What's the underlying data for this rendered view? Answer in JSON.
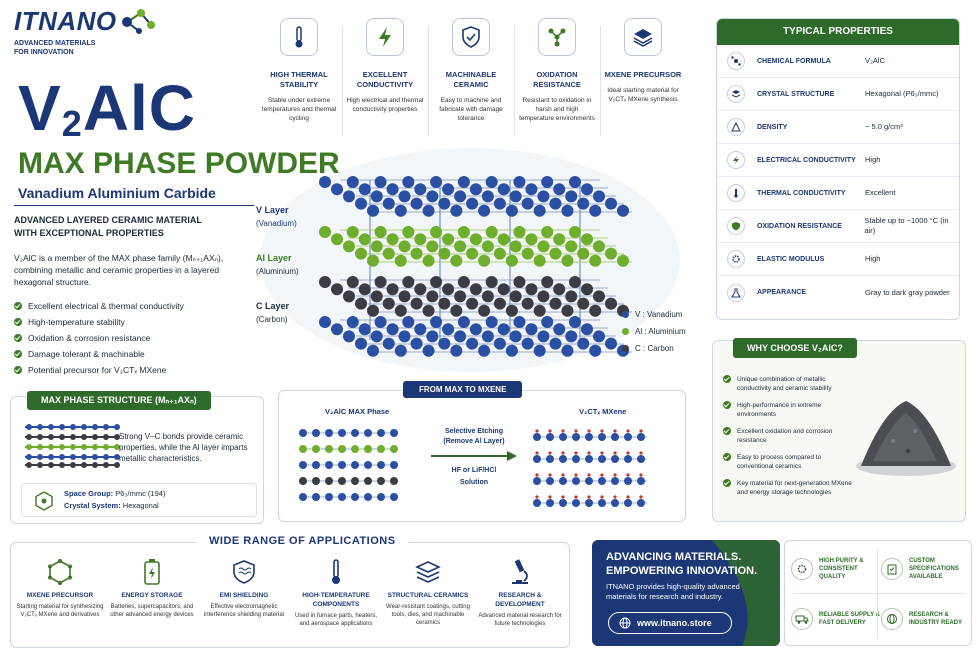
{
  "brand": {
    "name": "ITNANO",
    "tagline_1": "ADVANCED MATERIALS",
    "tagline_2": "FOR INNOVATION"
  },
  "hero": {
    "title_main": "V",
    "title_sub": "2",
    "title_rest": "AlC",
    "subtitle": "MAX PHASE POWDER",
    "subtitle2": "Vanadium Aluminium Carbide",
    "lead_1": "ADVANCED LAYERED CERAMIC MATERIAL",
    "lead_2": "WITH EXCEPTIONAL PROPERTIES",
    "desc": "V₂AlC is a member of the MAX phase family (Mₙ₊₁AXₙ), combining metallic and ceramic properties in a layered hexagonal structure.",
    "bullets": [
      "Excellent electrical & thermal conductivity",
      "High-temperature stability",
      "Oxidation & corrosion resistance",
      "Damage tolerant & machinable",
      "Potential precursor for V₂CTₓ MXene"
    ]
  },
  "features": [
    {
      "icon": "thermometer-icon",
      "title": "HIGH THERMAL STABILITY",
      "desc": "Stable under extreme temperatures and thermal cycling"
    },
    {
      "icon": "lightning-icon",
      "title": "EXCELLENT CONDUCTIVITY",
      "desc": "High electrical and thermal conductivity properties"
    },
    {
      "icon": "shield-icon",
      "title": "MACHINABLE CERAMIC",
      "desc": "Easy to machine and fabricate with damage tolerance"
    },
    {
      "icon": "molecule-icon",
      "title": "OXIDATION RESISTANCE",
      "desc": "Resistant to oxidation in harsh and high temperature environments"
    },
    {
      "icon": "layers-icon",
      "title": "MXENE PRECURSOR",
      "desc": "Ideal starting material for V₂CTₓ MXene synthesis"
    }
  ],
  "structure_labels": {
    "v_layer": "V Layer",
    "v_name": "(Vanadium)",
    "al_layer": "Al Layer",
    "al_name": "(Aluminium)",
    "c_layer": "C Layer",
    "c_name": "(Carbon)"
  },
  "legend": [
    {
      "label": "V : Vanadium",
      "color": "#2b4fa3"
    },
    {
      "label": "Al : Aluminium",
      "color": "#6fae2c"
    },
    {
      "label": "C : Carbon",
      "color": "#3c3c44"
    }
  ],
  "typical_properties": {
    "header": "TYPICAL PROPERTIES",
    "rows": [
      {
        "icon": "molecule-icon",
        "label": "CHEMICAL FORMULA",
        "value": "V₂AlC"
      },
      {
        "icon": "layers-icon",
        "label": "CRYSTAL STRUCTURE",
        "value": "Hexagonal (P6₃/mmc)"
      },
      {
        "icon": "triangle-icon",
        "label": "DENSITY",
        "value": "~ 5.0 g/cm³"
      },
      {
        "icon": "lightning-icon",
        "label": "ELECTRICAL CONDUCTIVITY",
        "value": "High"
      },
      {
        "icon": "thermometer-icon",
        "label": "THERMAL CONDUCTIVITY",
        "value": "Excellent"
      },
      {
        "icon": "shield-icon",
        "label": "OXIDATION RESISTANCE",
        "value": "Stable up to ~1000 °C (in air)"
      },
      {
        "icon": "gear-icon",
        "label": "ELASTIC MODULUS",
        "value": "High"
      },
      {
        "icon": "flask-icon",
        "label": "APPEARANCE",
        "value": "Gray to dark gray powder"
      }
    ]
  },
  "why": {
    "header": "WHY CHOOSE V₂AlC?",
    "items": [
      "Unique combination of metallic conductivity and ceramic stability",
      "High-performance in extreme environments",
      "Excellent oxidation and corrosion resistance",
      "Easy to process compared to conventional ceramics",
      "Key material for next-generation MXene and energy storage technologies"
    ]
  },
  "max_structure": {
    "header": "MAX PHASE STRUCTURE (Mₙ₊₁AXₙ)",
    "desc": "Strong V–C bonds provide ceramic properties, while the Al layer imparts metallic characteristics.",
    "space_group_label": "Space Group:",
    "space_group": "P6₃/mmc (194)",
    "crystal_label": "Crystal System:",
    "crystal": "Hexagonal"
  },
  "from_max": {
    "header": "FROM MAX TO MXENE",
    "left_label": "V₂AlC MAX Phase",
    "right_label": "V₂CTₓ MXene",
    "step_1": "Selective Etching",
    "step_2": "(Remove Al Layer)",
    "reagent_1": "HF or LiF/HCl",
    "reagent_2": "Solution"
  },
  "applications": {
    "header": "WIDE RANGE OF APPLICATIONS",
    "items": [
      {
        "icon": "hexagon-icon",
        "title": "MXENE PRECURSOR",
        "desc": "Starting material for synthesizing V₂CTₓ MXene and derivatives"
      },
      {
        "icon": "battery-icon",
        "title": "ENERGY STORAGE",
        "desc": "Batteries, supercapacitors, and other advanced energy devices"
      },
      {
        "icon": "waves-icon",
        "title": "EMI SHIELDING",
        "desc": "Effective electromagnetic interference shielding material"
      },
      {
        "icon": "thermometer-icon",
        "title": "HIGH-TEMPERATURE COMPONENTS",
        "desc": "Used in furnace parts, heaters, and aerospace applications"
      },
      {
        "icon": "layers-icon",
        "title": "STRUCTURAL CERAMICS",
        "desc": "Wear-resistant coatings, cutting tools, dies, and machinable ceramics"
      },
      {
        "icon": "microscope-icon",
        "title": "RESEARCH & DEVELOPMENT",
        "desc": "Advanced material research for future technologies"
      }
    ]
  },
  "advancing": {
    "line_1": "ADVANCING MATERIALS.",
    "line_2": "EMPOWERING INNOVATION.",
    "desc": "ITNANO provides high-quality advanced materials for research and industry.",
    "url": "www.itnano.store"
  },
  "badges": [
    {
      "icon": "gear-icon",
      "text": "HIGH PURITY & CONSISTENT QUALITY"
    },
    {
      "icon": "clipboard-icon",
      "text": "CUSTOM SPECIFICATIONS AVAILABLE"
    },
    {
      "icon": "truck-icon",
      "text": "RELIABLE SUPPLY & FAST DELIVERY"
    },
    {
      "icon": "globe-icon",
      "text": "RESEARCH & INDUSTRY READY"
    }
  ],
  "colors": {
    "navy": "#1c3775",
    "green": "#2e6b2a",
    "vanadium": "#2b4fa3",
    "aluminium": "#6fae2c",
    "carbon": "#3c3c44"
  }
}
